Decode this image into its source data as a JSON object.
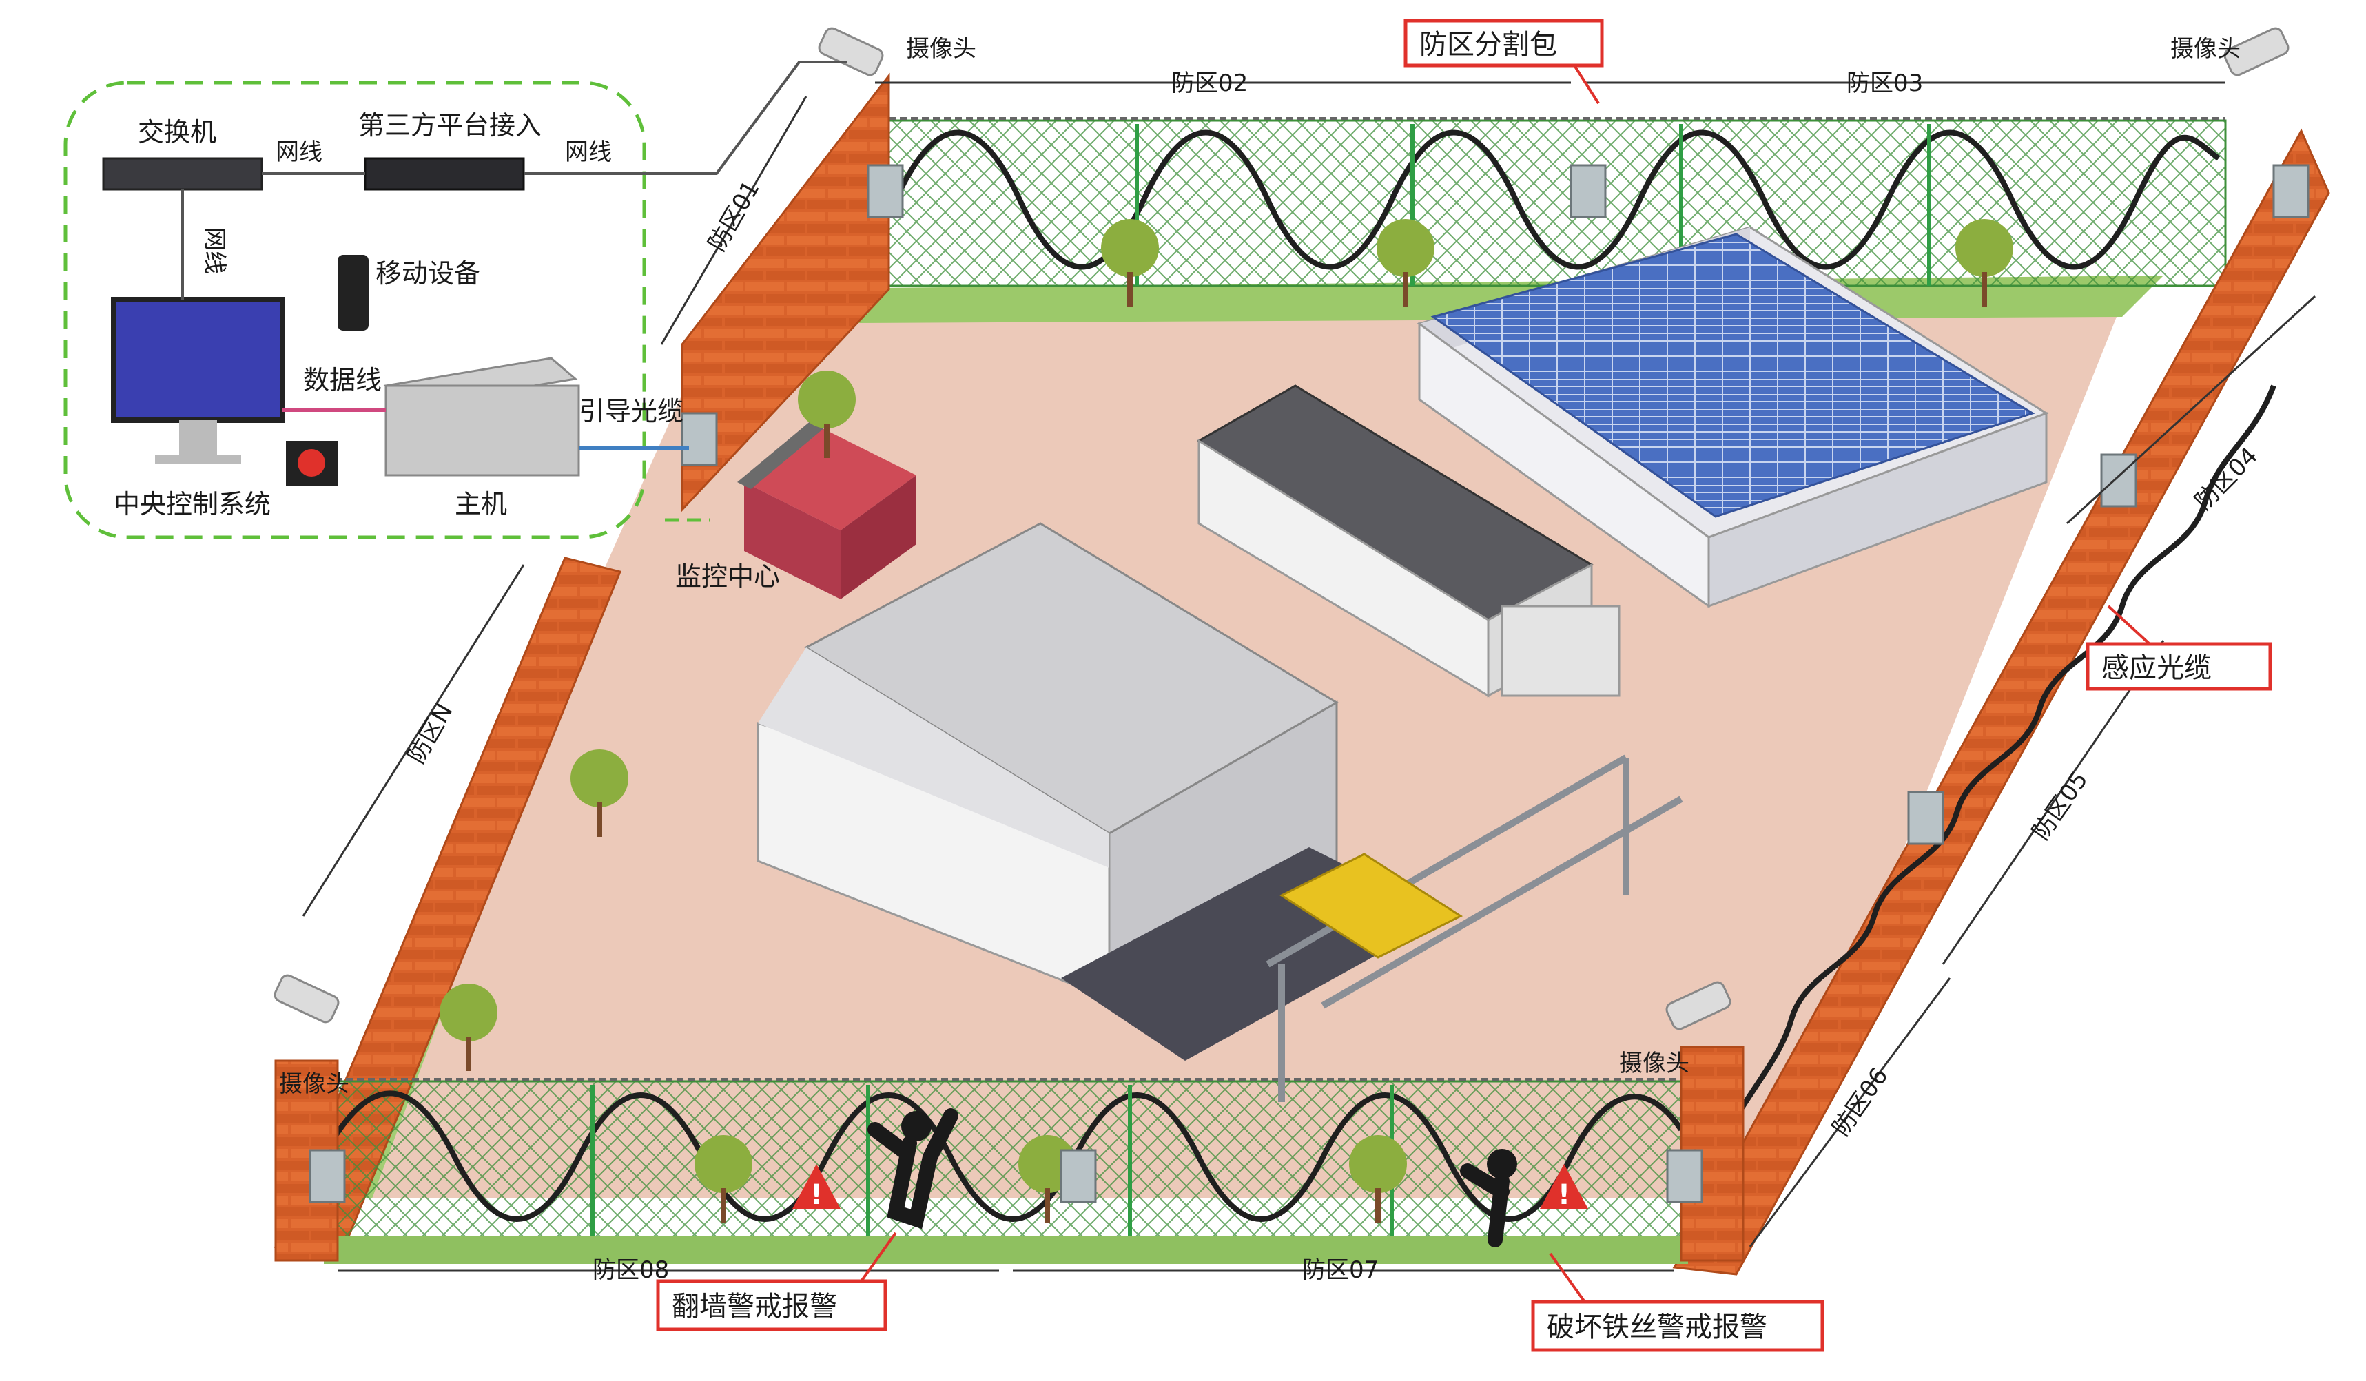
{
  "labels": {
    "camera_top_left": "摄像头",
    "camera_top_right": "摄像头",
    "camera_bottom_left": "摄像头",
    "camera_bottom_right": "摄像头",
    "zone_01": "防区01",
    "zone_02": "防区02",
    "zone_03": "防区03",
    "zone_04": "防区04",
    "zone_05": "防区05",
    "zone_06": "防区06",
    "zone_07": "防区07",
    "zone_08": "防区08",
    "zone_n": "防区N",
    "switch": "交换机",
    "third_party": "第三方平台接入",
    "network_cable_1": "网线",
    "network_cable_2": "网线",
    "network_cable_3": "网线",
    "mobile": "移动设备",
    "data_cable": "数据线",
    "lead_cable": "引导光缆",
    "central_control": "中央控制系统",
    "host": "主机",
    "monitor_center": "监控中心"
  },
  "callouts": {
    "zone_splitter": "防区分割包",
    "sensing_cable": "感应光缆",
    "wall_climb_alarm": "翻墙警戒报警",
    "wire_cut_alarm": "破坏铁丝警戒报警"
  },
  "colors": {
    "brick": "#d9622b",
    "fence_green": "#2f9e45",
    "ground": "#ecc9b9",
    "callout_border": "#e0312b",
    "alarm": "#e0312b",
    "dashed_group": "#5fbf3a",
    "roof_blue": "#4a6fc2"
  }
}
